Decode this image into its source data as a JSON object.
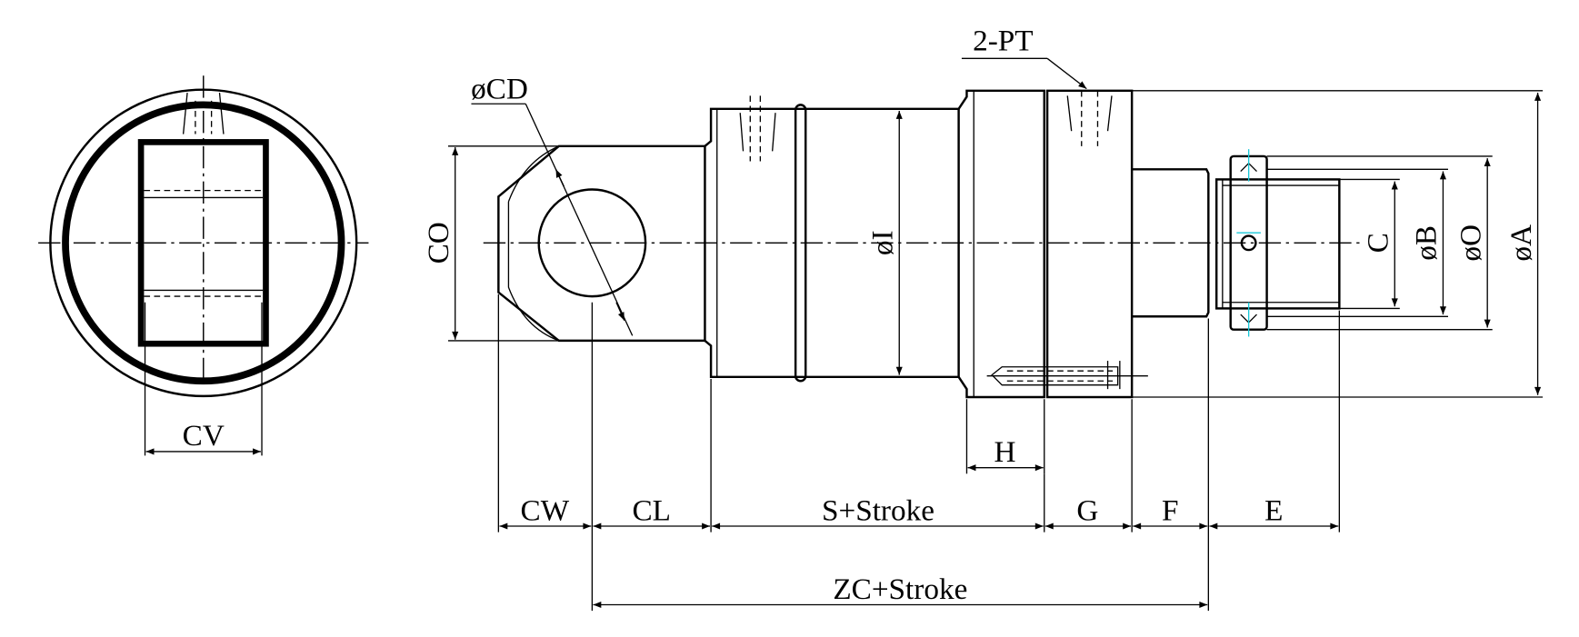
{
  "title": "Hydraulic cylinder with clevis mount – dimension drawing",
  "labels": {
    "cv": "CV",
    "co": "CO",
    "cd": "øCD",
    "pt": "2-PT",
    "i": "øI",
    "a": "øA",
    "o": "øO",
    "b": "øB",
    "c": "C",
    "h": "H",
    "cw": "CW",
    "cl": "CL",
    "s_stroke": "S+Stroke",
    "g": "G",
    "f": "F",
    "e": "E",
    "zc_stroke": "ZC+Stroke"
  },
  "colors": {
    "line": "#000000",
    "accent": "#19c8d8"
  }
}
